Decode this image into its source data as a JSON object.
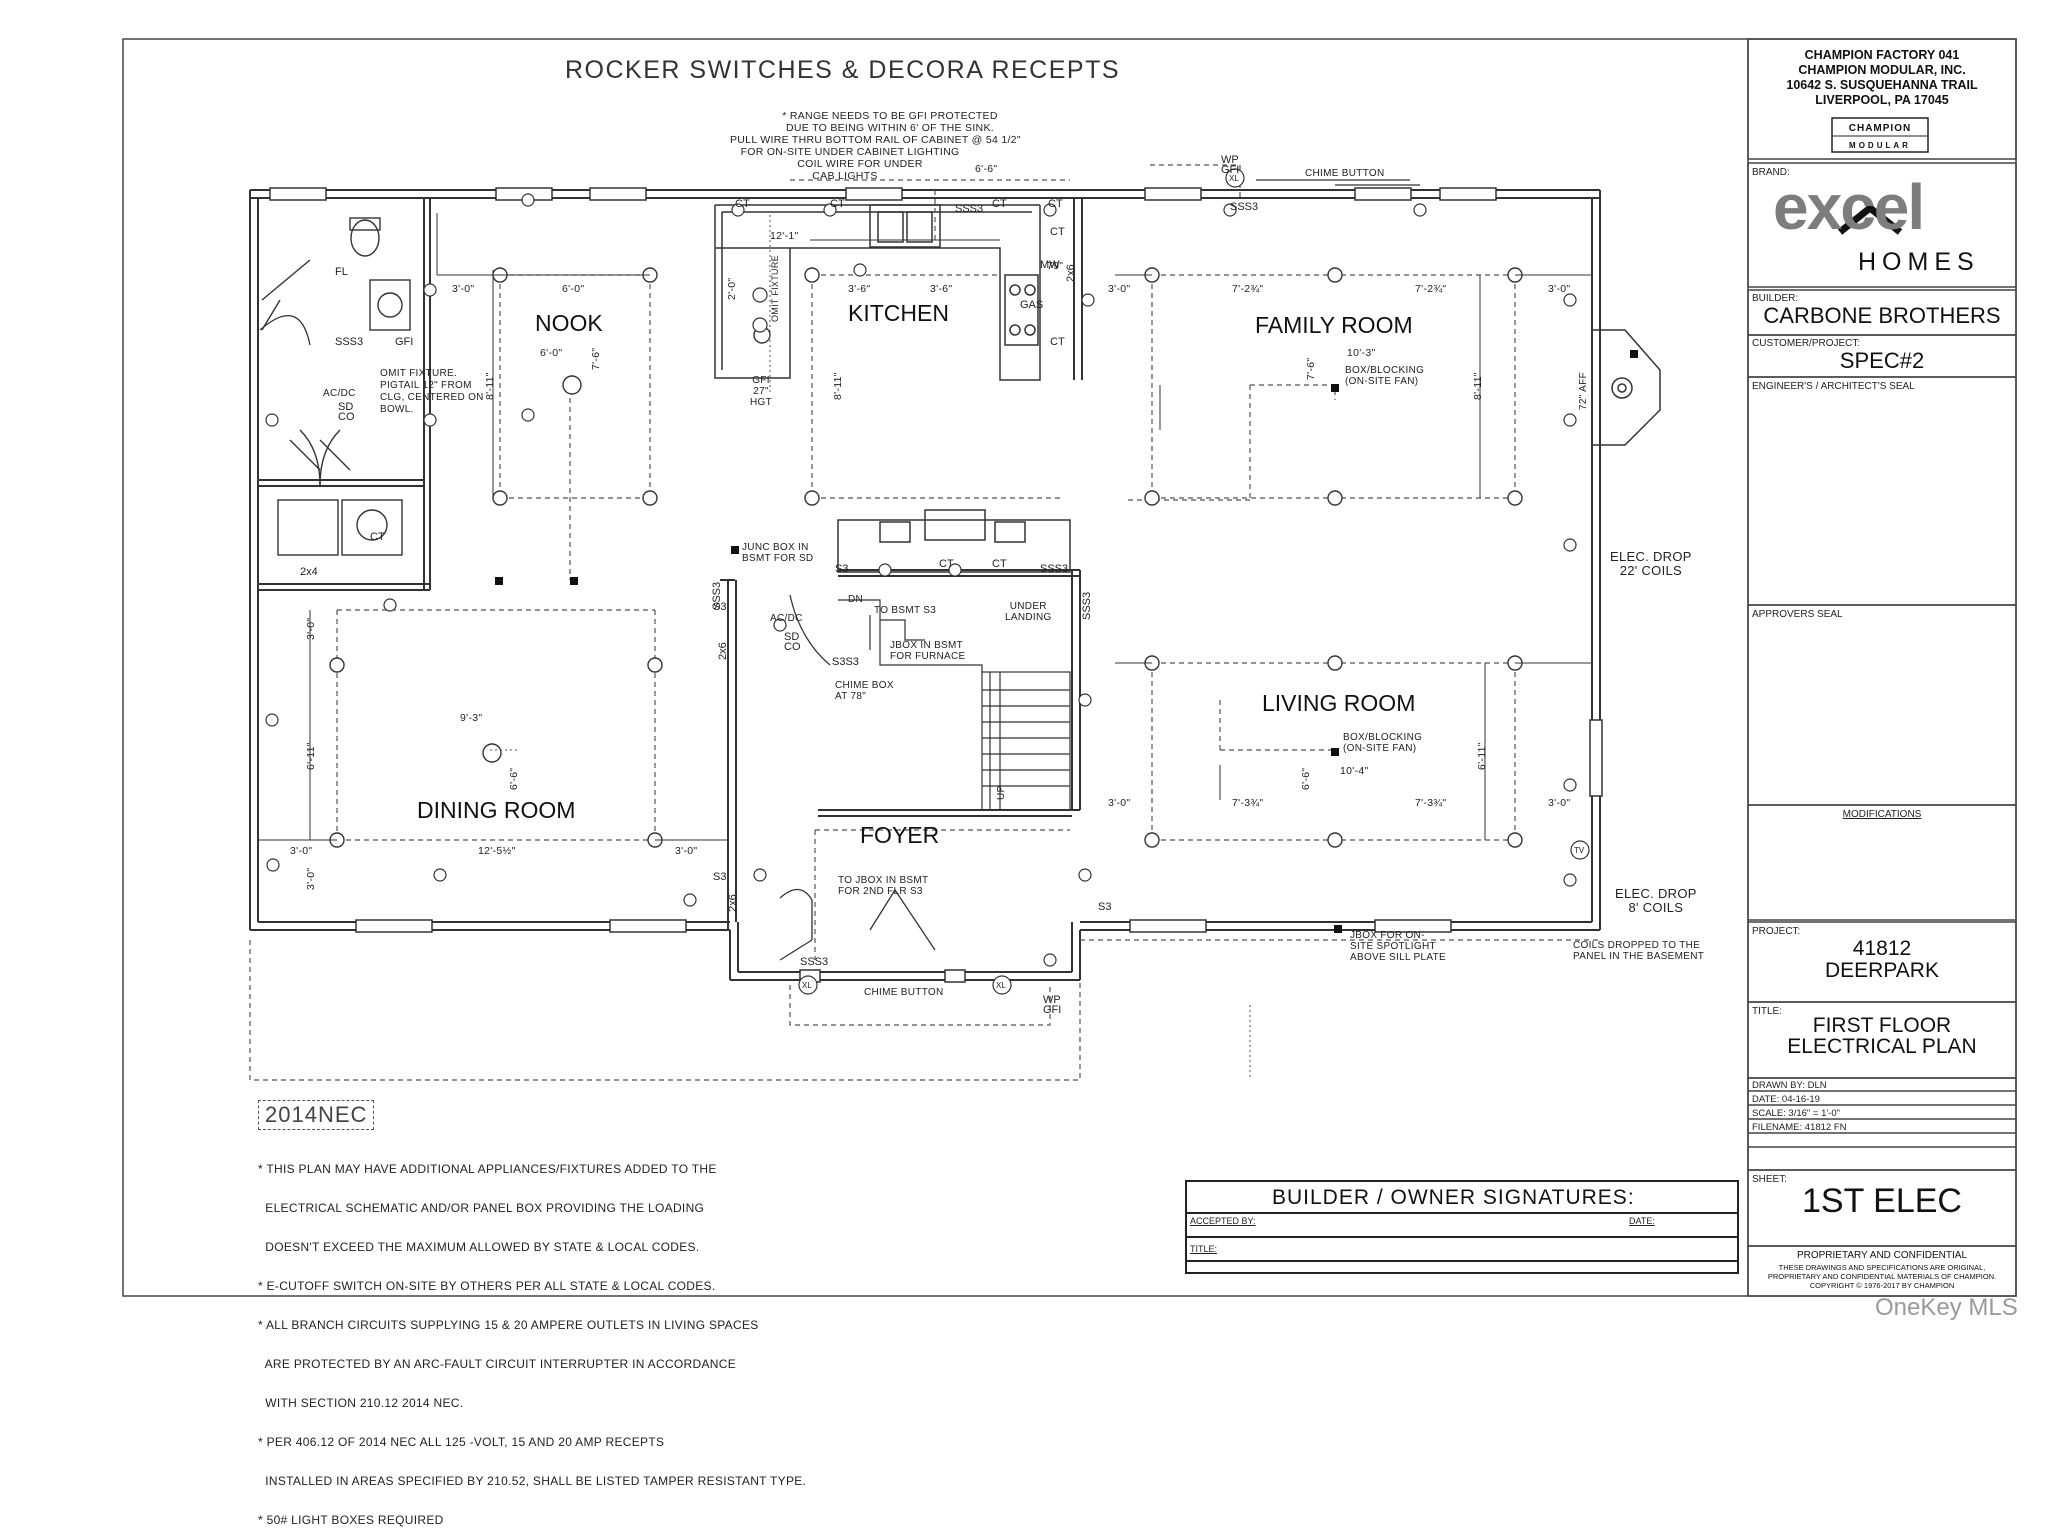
{
  "plan": {
    "header": "ROCKER SWITCHES & DECORA RECEPTS",
    "range_note": [
      "* RANGE NEEDS TO BE GFI PROTECTED",
      "DUE TO BEING WITHIN 6' OF THE SINK.",
      "PULL WIRE THRU BOTTOM RAIL OF CABINET @ 54 1/2\"",
      "FOR ON-SITE UNDER CABINET LIGHTING",
      "COIL WIRE FOR UNDER",
      "CAB LIGHTS"
    ],
    "rooms": {
      "nook": "NOOK",
      "kitchen": "KITCHEN",
      "family_room": "FAMILY ROOM",
      "living_room": "LIVING ROOM",
      "dining_room": "DINING ROOM",
      "foyer": "FOYER"
    },
    "labels": {
      "chime_button_top": "CHIME BUTTON",
      "chime_button_bottom": "CHIME BUTTON",
      "wp_gfi_top": "WP GFI",
      "wp_gfi_bottom": "WP GFI",
      "omit_fixture_bath": [
        "OMIT FIXTURE.",
        "PIGTAIL 12\" FROM",
        "CLG, CENTERED ON",
        "BOWL."
      ],
      "acdc_sdco_left": "AC/DC",
      "acdc_sdco_mid": "AC/DC",
      "junc_box": [
        "JUNC BOX IN",
        "BSMT FOR SD"
      ],
      "to_bsmt": "TO BSMT S3",
      "jbox_furnace": [
        "JBOX IN BSMT",
        "FOR FURNACE"
      ],
      "under_landing": [
        "UNDER",
        "LANDING"
      ],
      "chime_box": [
        "CHIME BOX",
        "AT 78\""
      ],
      "to_jbox_2nd": [
        "TO JBOX IN BSMT",
        "FOR 2ND FLR S3"
      ],
      "jbox_spotlight": [
        "JBOX FOR ON-",
        "SITE SPOTLIGHT",
        "ABOVE SILL PLATE"
      ],
      "elec_drop_22": [
        "ELEC. DROP",
        "22' COILS"
      ],
      "elec_drop_8": [
        "ELEC. DROP",
        "8' COILS"
      ],
      "coils_dropped": [
        "COILS DROPPED TO THE",
        "PANEL IN THE BASEMENT"
      ],
      "box_blocking_family": [
        "BOX/BLOCKING",
        "(ON-SITE FAN)"
      ],
      "box_blocking_living": [
        "BOX/BLOCKING",
        "(ON-SITE FAN)"
      ],
      "omit_fixture_kitchen": "OMIT FIXTURE",
      "gfi_hgt": [
        "GFI",
        "27\"",
        "HGT"
      ],
      "aff": "72\" AFF",
      "dn": "DN",
      "up": "UP"
    },
    "dims": {
      "d_6_6_top": "6'-6\"",
      "d_12_1": "12'-1\"",
      "d_79": "79\"",
      "d_3_0_a": "3'-0\"",
      "d_6_0_a": "6'-0\"",
      "d_6_0_b": "6'-0\"",
      "d_7_6_nook": "7'-6\"",
      "d_8_11_nook": "8'-11\"",
      "d_2_0": "2'-0\"",
      "d_3_6_a": "3'-6\"",
      "d_3_6_b": "3'-6\"",
      "d_8_11_kit": "8'-11\"",
      "d_7_2_3_4_a": "7'-2¾\"",
      "d_7_2_3_4_b": "7'-2¾\"",
      "d_3_0_fr_l": "3'-0\"",
      "d_3_0_fr_r": "3'-0\"",
      "d_10_3": "10'-3\"",
      "d_7_6_fr": "7'-6\"",
      "d_8_11_fr": "8'-11\"",
      "d_3_0_lr_l": "3'-0\"",
      "d_3_0_lr_r": "3'-0\"",
      "d_7_3_3_4_a": "7'-3¾\"",
      "d_7_3_3_4_b": "7'-3¾\"",
      "d_10_4": "10'-4\"",
      "d_6_6_lr": "6'-6\"",
      "d_6_11_lr": "6'-11\"",
      "d_9_3": "9'-3\"",
      "d_6_6_dr": "6'-6\"",
      "d_6_11_dr": "6'-11\"",
      "d_12_5_1_2": "12'-5½\"",
      "d_3_0_dr_l": "3'-0\"",
      "d_3_0_dr_r": "3'-0\"",
      "d_3_0_dr_v1": "3'-0\"",
      "d_3_0_dr_v2": "3'-0\""
    },
    "nec_badge": "2014NEC",
    "nec_notes": [
      "* THIS PLAN MAY HAVE ADDITIONAL APPLIANCES/FIXTURES ADDED TO THE",
      "  ELECTRICAL SCHEMATIC AND/OR PANEL BOX PROVIDING THE LOADING",
      "  DOESN'T EXCEED THE MAXIMUM ALLOWED BY STATE & LOCAL CODES.",
      "* E-CUTOFF SWITCH ON-SITE BY OTHERS PER ALL STATE & LOCAL CODES.",
      "* ALL BRANCH CIRCUITS SUPPLYING 15 & 20 AMPERE OUTLETS IN LIVING SPACES",
      "  ARE PROTECTED BY AN ARC-FAULT CIRCUIT INTERRUPTER IN ACCORDANCE",
      "  WITH SECTION 210.12 2014 NEC.",
      "* PER 406.12 OF 2014 NEC ALL 125 -VOLT, 15 AND 20 AMP RECEPTS",
      "  INSTALLED IN AREAS SPECIFIED BY 210.52, SHALL BE LISTED TAMPER RESISTANT TYPE.",
      "* 50# LIGHT BOXES REQUIRED"
    ],
    "signatures": {
      "title": "BUILDER / OWNER  SIGNATURES:",
      "accepted_by": "ACCEPTED BY:",
      "date": "DATE:",
      "title_label": "TITLE:"
    }
  },
  "title_block": {
    "company": [
      "CHAMPION FACTORY 041",
      "CHAMPION MODULAR, INC.",
      "10642 S. SUSQUEHANNA TRAIL",
      "LIVERPOOL, PA  17045"
    ],
    "champion_logo": [
      "CHAMPION",
      "MODULAR"
    ],
    "brand_label": "BRAND:",
    "brand_logo": [
      "excel",
      "HOMES"
    ],
    "builder_label": "BUILDER:",
    "builder": "CARBONE BROTHERS",
    "customer_label": "CUSTOMER/PROJECT:",
    "customer": "SPEC#2",
    "engineer_label": "ENGINEER'S / ARCHITECT'S SEAL",
    "approvers_label": "APPROVERS SEAL",
    "modifications_label": "MODIFICATIONS",
    "project_label": "PROJECT:",
    "project": [
      "41812",
      "DEERPARK"
    ],
    "title_label": "TITLE:",
    "title": [
      "FIRST FLOOR",
      "ELECTRICAL PLAN"
    ],
    "drawn_by": "DRAWN BY:  DLN",
    "date": "DATE:  04-16-19",
    "scale": "SCALE:  3/16\" = 1'-0\"",
    "filename": "FILENAME:  41812 FN",
    "sheet_label": "SHEET:",
    "sheet": "1ST ELEC",
    "proprietary": "PROPRIETARY AND CONFIDENTIAL",
    "proprietary_text": [
      "THESE DRAWINGS AND SPECIFICATIONS ARE ORIGINAL,",
      "PROPRIETARY AND CONFIDENTIAL MATERIALS OF CHAMPION.",
      "COPYRIGHT © 1976-2017 BY CHAMPION"
    ]
  },
  "watermark": "OneKey MLS",
  "colors": {
    "line": "#333333",
    "dash": "#555555",
    "brand_gray": "#7d7d7d",
    "watermark": "#9a9a9a"
  }
}
